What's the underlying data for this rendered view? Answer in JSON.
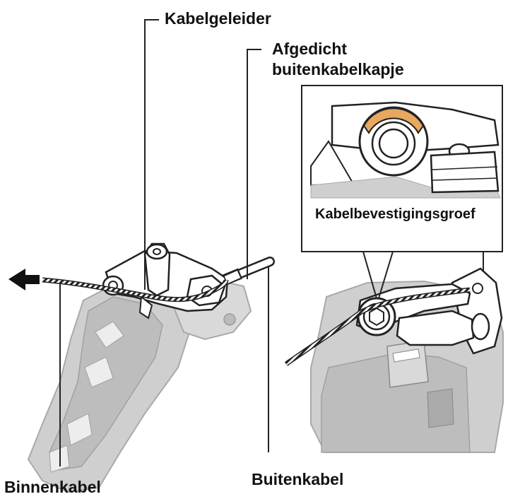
{
  "labels": {
    "cable_guide": "Kabelgeleider",
    "sealed_cap_line1": "Afgedicht",
    "sealed_cap_line2": "buitenkabelkapje",
    "fixing_groove": "Kabelbevestigingsgroef",
    "outer_cable": "Buitenkabel",
    "inner_cable": "Binnenkabel"
  },
  "colors": {
    "part_fill": "#cfcfcf",
    "part_dark": "#a9a9a9",
    "outline": "#222222",
    "groove_highlight": "#e8a860",
    "background": "#ffffff"
  },
  "icons": {
    "pull_arrow": "arrow-left-icon"
  }
}
